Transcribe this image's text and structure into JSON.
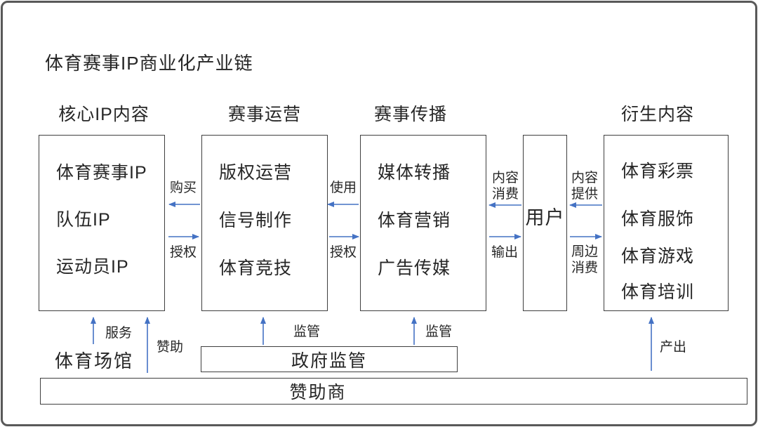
{
  "title": "体育赛事IP商业化产业链",
  "columns": [
    {
      "header": "核心IP内容",
      "items": [
        "体育赛事IP",
        "队伍IP",
        "运动员IP"
      ]
    },
    {
      "header": "赛事运营",
      "items": [
        "版权运营",
        "信号制作",
        "体育竞技"
      ]
    },
    {
      "header": "赛事传播",
      "items": [
        "媒体转播",
        "体育营销",
        "广告传媒"
      ]
    },
    {
      "header": "衍生内容",
      "items": [
        "体育彩票",
        "体育服饰",
        "体育游戏",
        "体育培训"
      ]
    }
  ],
  "user_box_label": "用户",
  "flow_labels": {
    "buy": "购买",
    "license1": "授权",
    "use": "使用",
    "license2": "授权",
    "content_consume": "内容消费",
    "output": "输出",
    "content_provide": "内容提供",
    "peripheral_consume": "周边消费"
  },
  "bottom": {
    "venue": "体育场馆",
    "service": "服务",
    "sponsorship": "赞助",
    "gov_box": "政府监管",
    "regulate_labels": [
      "监管",
      "监管"
    ],
    "produce": "产出",
    "sponsor_box": "赞助商"
  },
  "colors": {
    "arrow": "#4472C4",
    "box_border": "#3f3f3f",
    "text": "#262626",
    "frame": "#595959"
  }
}
